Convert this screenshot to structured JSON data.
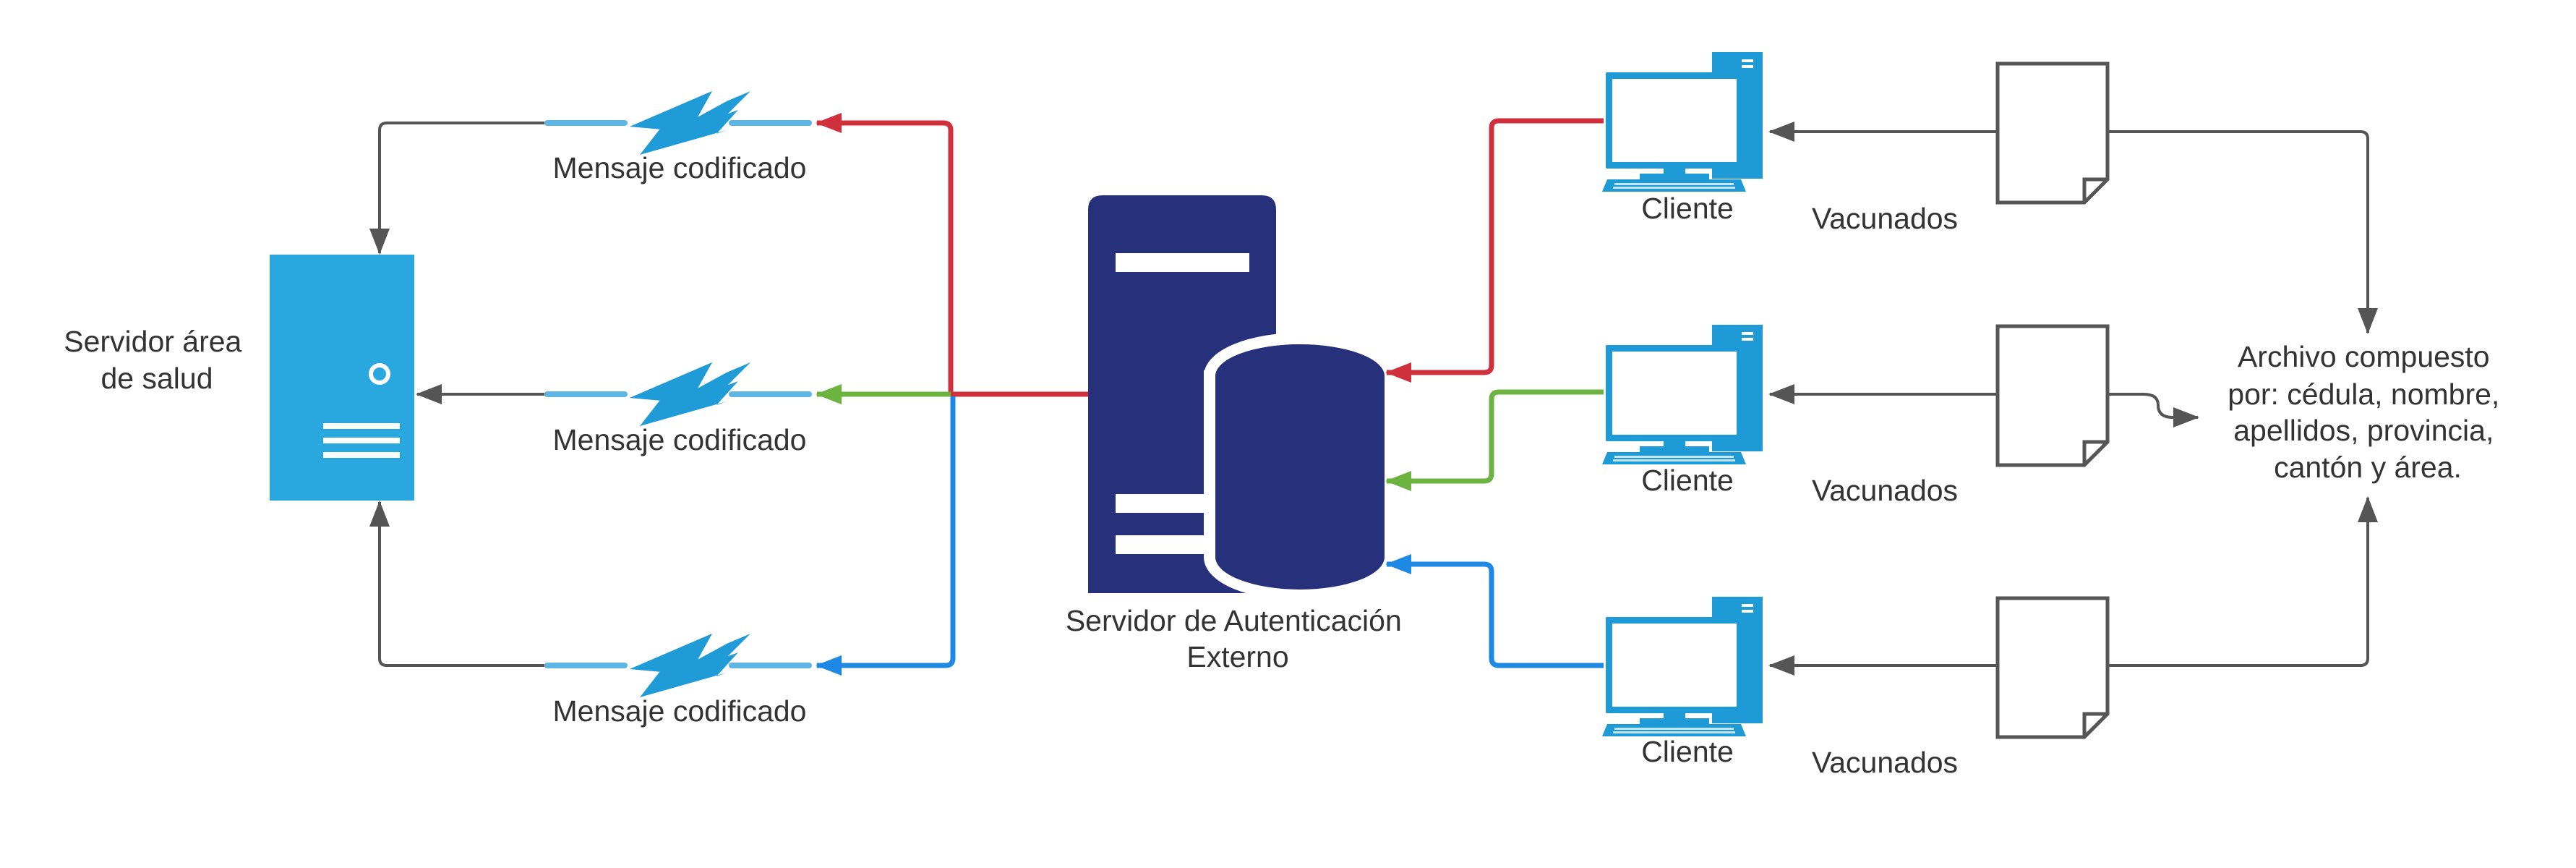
{
  "labels": {
    "health_server": [
      "Servidor área",
      "de salud"
    ],
    "auth_server": [
      "Servidor de Autenticación",
      "Externo"
    ],
    "encoded_message": "Mensaje codificado",
    "client": "Cliente",
    "vaccinated": "Vacunados",
    "composite_file": [
      "Archivo compuesto",
      "por: cédula, nombre,",
      "apellidos, provincia,",
      "cantón y área."
    ]
  },
  "colors": {
    "red": "#d0303c",
    "green": "#6db33f",
    "blue": "#1e88e5",
    "gray": "#555555",
    "server_blue": "#29a8e0",
    "navy": "#27307b",
    "light_blue": "#5fb6e4",
    "lightning": "#1f9bd8",
    "computer": "#1e9ad6"
  }
}
